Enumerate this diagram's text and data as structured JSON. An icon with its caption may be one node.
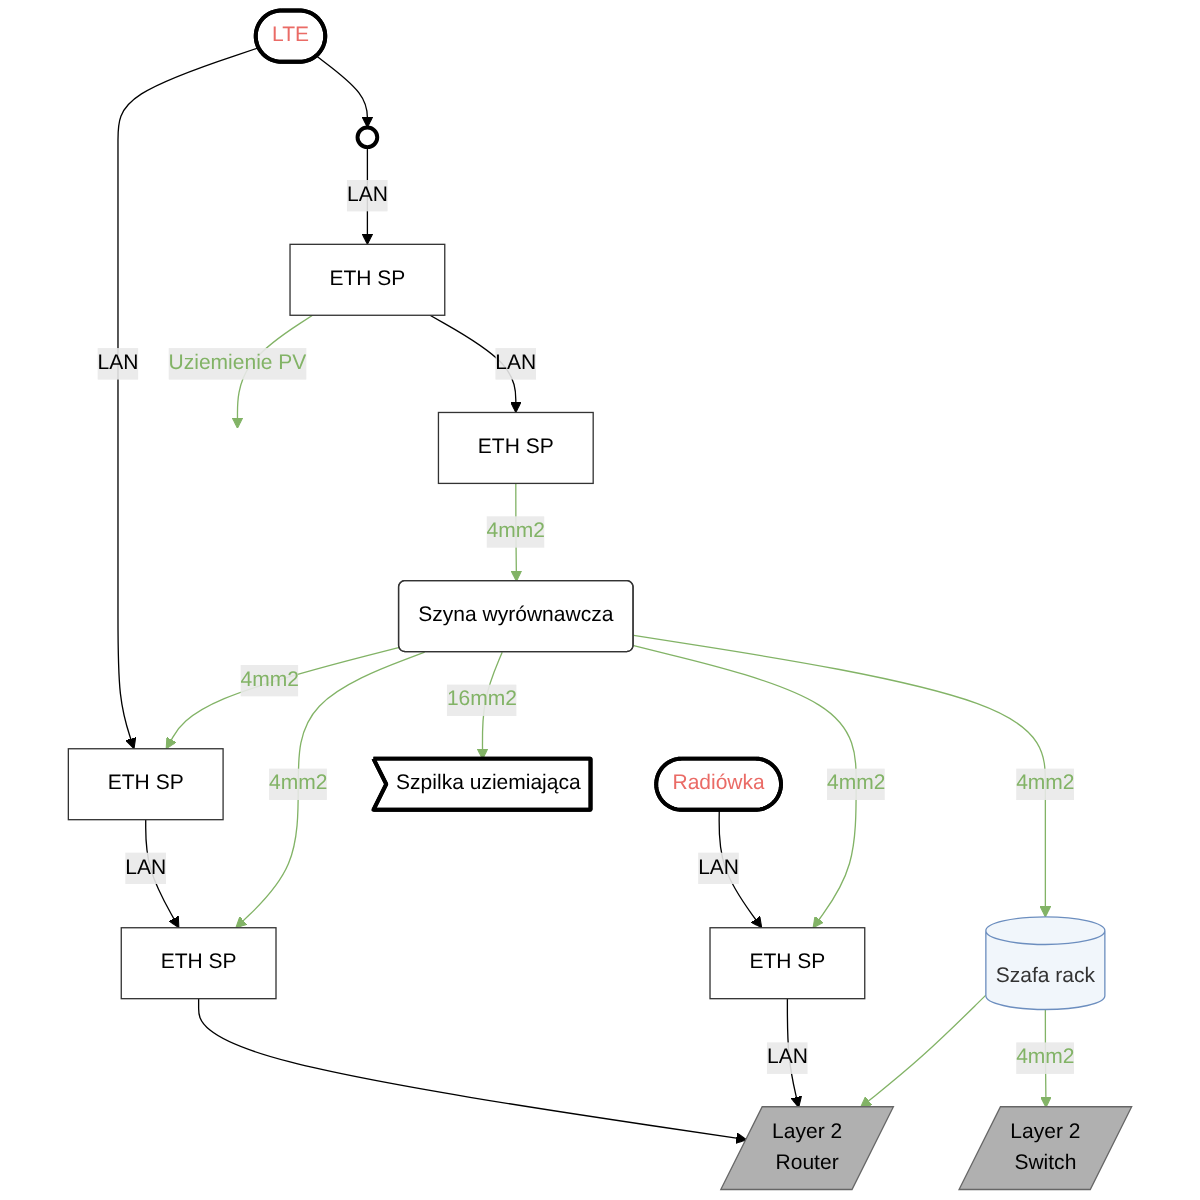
{
  "diagram": {
    "nodes": [
      {
        "text": [
          "LTE"
        ]
      },
      {
        "text": [
          "ETH SP"
        ]
      },
      {
        "text": [
          "ETH SP"
        ]
      },
      {
        "text": [
          "Layer 2",
          "Switch"
        ]
      },
      {
        "text": [
          "Layer 2",
          "Router"
        ]
      },
      {
        "text": [
          "Radiówka"
        ]
      },
      {
        "text": [
          "ETH SP"
        ]
      },
      {
        "text": [
          "Szafa rack"
        ]
      },
      {
        "text": [],
        "shape": "antenna"
      },
      {
        "text": [
          "ETH SP"
        ]
      },
      {
        "text": [
          "ETH SP"
        ]
      },
      {
        "text": [
          "Szyna wyrównawcza"
        ]
      },
      {
        "text": [
          "Szpilka uziemiająca"
        ]
      }
    ],
    "edges": [
      {
        "from": 0,
        "to": 1,
        "arrow": "to",
        "label": "LAN",
        "color": "#000000"
      },
      {
        "from": 1,
        "to": 2,
        "arrow": "to",
        "label": "LAN",
        "color": "#000000"
      },
      {
        "from": 2,
        "to": 4,
        "arrow": "to",
        "color": "#000000"
      },
      {
        "from": 5,
        "to": 6,
        "arrow": "to",
        "label": "LAN",
        "color": "#000000"
      },
      {
        "from": 6,
        "to": 4,
        "arrow": "to",
        "label": "LAN",
        "color": "#000000"
      },
      {
        "from": 0,
        "to": 8,
        "arrow": "to",
        "color": "#000000"
      },
      {
        "from": 8,
        "to": 9,
        "arrow": "to",
        "label": "LAN",
        "color": "#000000"
      },
      {
        "from": 9,
        "to": 10,
        "arrow": "to",
        "label": "LAN",
        "color": "#000000"
      },
      {
        "from": 9,
        "to": null,
        "arrow": "to",
        "label": "Uziemienie PV",
        "color": "#82b366"
      },
      {
        "from": 11,
        "to": 2,
        "arrow": "to",
        "label": "4mm2",
        "color": "#82b366"
      },
      {
        "from": 11,
        "to": 1,
        "arrow": "to",
        "label": "4mm2",
        "color": "#82b366"
      },
      {
        "from": 11,
        "to": 6,
        "arrow": "to",
        "label": "4mm2",
        "color": "#82b366"
      },
      {
        "from": 11,
        "to": 7,
        "arrow": "to",
        "label": "4mm2",
        "color": "#82b366"
      },
      {
        "from": 10,
        "to": 11,
        "arrow": "to",
        "label": "4mm2",
        "color": "#82b366"
      },
      {
        "from": 7,
        "to": 3,
        "arrow": "to",
        "label": "4mm2",
        "color": "#82b366"
      },
      {
        "from": 7,
        "to": 4,
        "arrow": "to",
        "color": "#82b366"
      },
      {
        "from": 11,
        "to": 12,
        "arrow": "to",
        "label": "16mm2",
        "color": "#82b366"
      }
    ]
  }
}
